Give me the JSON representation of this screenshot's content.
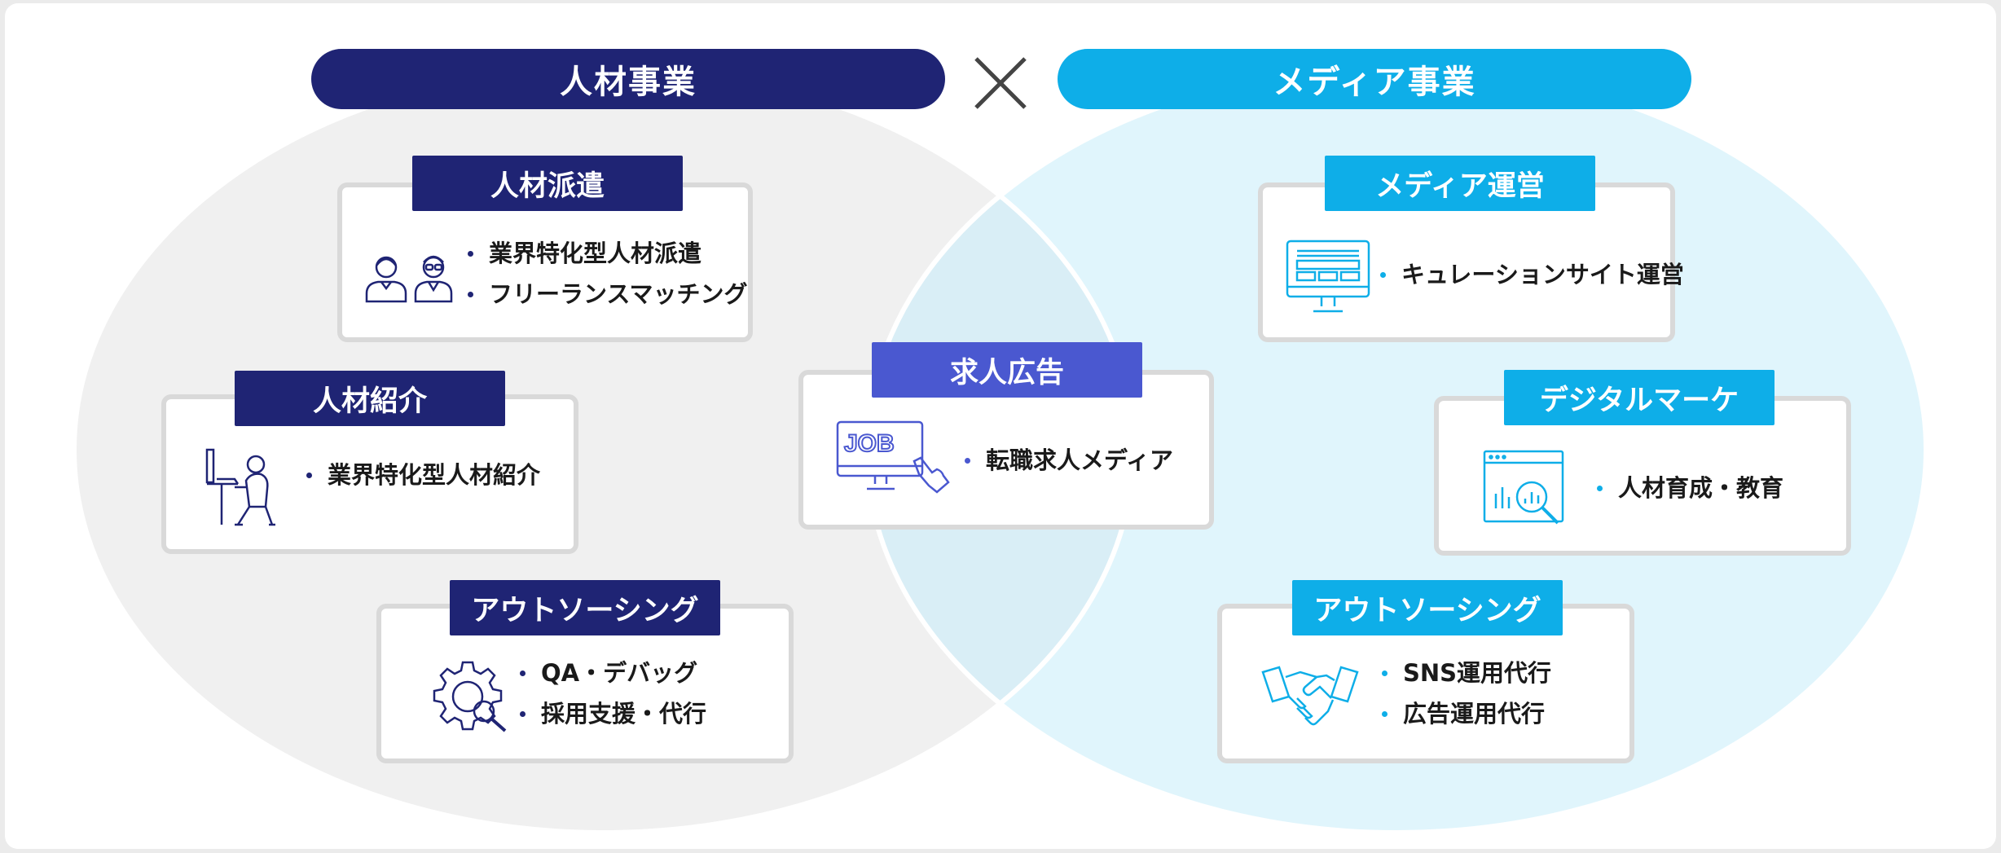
{
  "categories": {
    "hr": {
      "label": "人材事業",
      "color": "#1f2474"
    },
    "media": {
      "label": "メディア事業",
      "color": "#0eaee8"
    },
    "connector": "cross-icon"
  },
  "cards": {
    "haken": {
      "title": "人材派遣",
      "icon": "two-people-icon",
      "items": [
        "業界特化型人材派遣",
        "フリーランスマッチング"
      ]
    },
    "shokai": {
      "title": "人材紹介",
      "icon": "person-at-desk-icon",
      "items": [
        "業界特化型人材紹介"
      ]
    },
    "outsourcing_hr": {
      "title": "アウトソーシング",
      "icon": "gear-search-icon",
      "items": [
        "QA・デバッグ",
        "採用支援・代行"
      ]
    },
    "kyujin": {
      "title": "求人広告",
      "icon": "job-monitor-icon",
      "items": [
        "転職求人メディア"
      ]
    },
    "media_unei": {
      "title": "メディア運営",
      "icon": "website-monitor-icon",
      "items": [
        "キュレーションサイト運営"
      ]
    },
    "digital": {
      "title": "デジタルマーケ",
      "icon": "analytics-search-icon",
      "items": [
        "人材育成・教育"
      ]
    },
    "outsourcing_media": {
      "title": "アウトソーシング",
      "icon": "handshake-icon",
      "items": [
        "SNS運用代行",
        "広告運用代行"
      ]
    }
  },
  "colors": {
    "hr_fill": "#f0f0f0",
    "media_fill": "#e0f5fc",
    "overlap_fill": "#d9eef6",
    "card_border": "#d9d9d9",
    "tag_blue": "#4a58d0"
  }
}
